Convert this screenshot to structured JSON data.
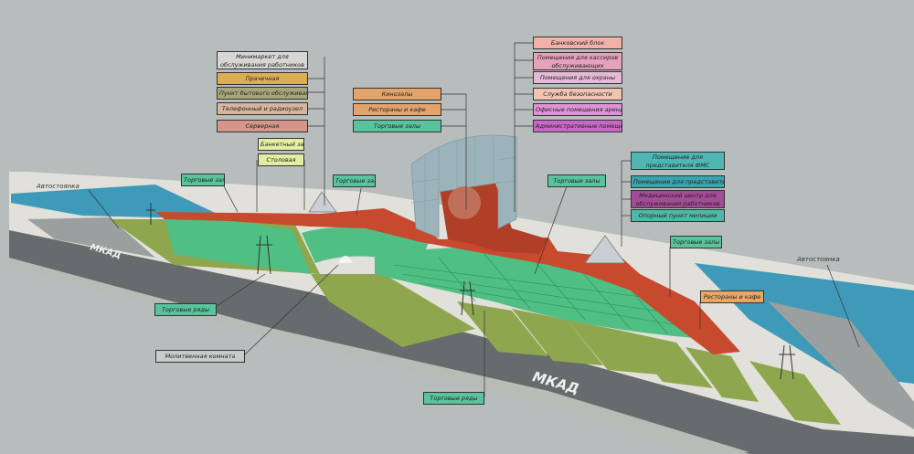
{
  "colors": {
    "background": "#b7bdbc",
    "red_building": "#c84a2e",
    "green_stalls": "#4fbf84",
    "grass": "#8ea64d",
    "water": "#3e9ab8",
    "glass": "#9db3ba",
    "road": "#676b6d"
  },
  "road_labels": {
    "left": "МКАД",
    "bottom": "МКАД"
  },
  "parking_labels": {
    "left": "Автостоянка",
    "right": "Автостоянка"
  },
  "labels": {
    "minimarket": {
      "text": "Минимаркет для обслуживания работников торгового комплекса",
      "color": "#d6d6d4"
    },
    "prachechnaya": {
      "text": "Прачечная",
      "color": "#dcae52"
    },
    "punkt_bytovogo": {
      "text": "Пункт бытового обслуживания",
      "color": "#a8a679"
    },
    "telefonny": {
      "text": "Телефонный и радиоузел",
      "color": "#d7b59c"
    },
    "servernaya": {
      "text": "Серверная",
      "color": "#d49688"
    },
    "bankettny": {
      "text": "Банкетный зал",
      "color": "#e6eda4"
    },
    "stolovaya": {
      "text": "Столовая",
      "color": "#e3eda2"
    },
    "torg_zaly_left": {
      "text": "Торговые залы",
      "color": "#58c39c"
    },
    "torg_zaly_mid": {
      "text": "Торговые залы",
      "color": "#58c39c"
    },
    "kinozaly": {
      "text": "Кинозалы",
      "color": "#e3a36b"
    },
    "restorany_top": {
      "text": "Рестораны и кафе",
      "color": "#e3a36b"
    },
    "torg_zaly_top": {
      "text": "Торговые залы",
      "color": "#58c39c"
    },
    "bankovsky": {
      "text": "Банковский блок",
      "color": "#f1b1a9"
    },
    "pomeshcheniya_kassirov": {
      "text": "Помещения для кассиров обслуживающих арендаторов",
      "color": "#e6a1bd"
    },
    "pomeshcheniya_okhrany": {
      "text": "Помещения для охраны",
      "color": "#e8b9d6"
    },
    "sluzhba": {
      "text": "Служба безопасности",
      "color": "#f1c3b3"
    },
    "ofisnye": {
      "text": "Офисные помещения арендаторов",
      "color": "#df93d6"
    },
    "administrativnye": {
      "text": "Административные помещения",
      "color": "#c868c4"
    },
    "torg_zaly_right": {
      "text": "Торговые залы",
      "color": "#58c39c"
    },
    "fms": {
      "text": "Помещение для представителя ФМС",
      "color": "#4fb7b3"
    },
    "tamozhni": {
      "text": "Помещение для представителя таможни",
      "color": "#3aa4ad"
    },
    "medcentr": {
      "text": "Медицинский центр для обслуживания работников торгового комплекса",
      "color": "#a44c95"
    },
    "militsiya": {
      "text": "Опорный пункт милиции",
      "color": "#4fb7a6"
    },
    "torg_zaly_far_right": {
      "text": "Торговые залы",
      "color": "#58c39c"
    },
    "restorany_right": {
      "text": "Рестораны и кафе",
      "color": "#e8a767"
    },
    "torg_ryady_left": {
      "text": "Торговые ряды",
      "color": "#58c39c"
    },
    "molitvennaya": {
      "text": "Молитвенная комната",
      "color": "#c9cbcb"
    },
    "torg_ryady_bottom": {
      "text": "Торговые ряды",
      "color": "#58c39c"
    }
  }
}
